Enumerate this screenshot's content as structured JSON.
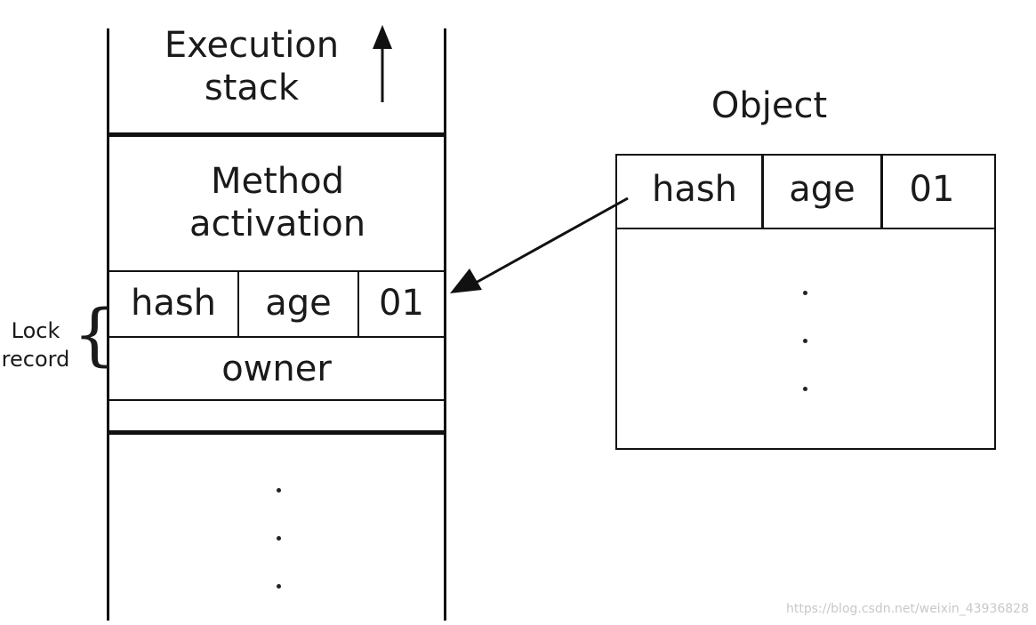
{
  "execution_stack": {
    "title": "Execution\nstack",
    "method_activation": "Method\nactivation",
    "lock_record": {
      "hash": "hash",
      "age": "age",
      "flag": "01",
      "owner": "owner"
    },
    "label": "Lock\nrecord"
  },
  "object": {
    "title": "Object",
    "hash": "hash",
    "age": "age",
    "flag": "01"
  },
  "watermark": "https://blog.csdn.net/weixin_43936828"
}
